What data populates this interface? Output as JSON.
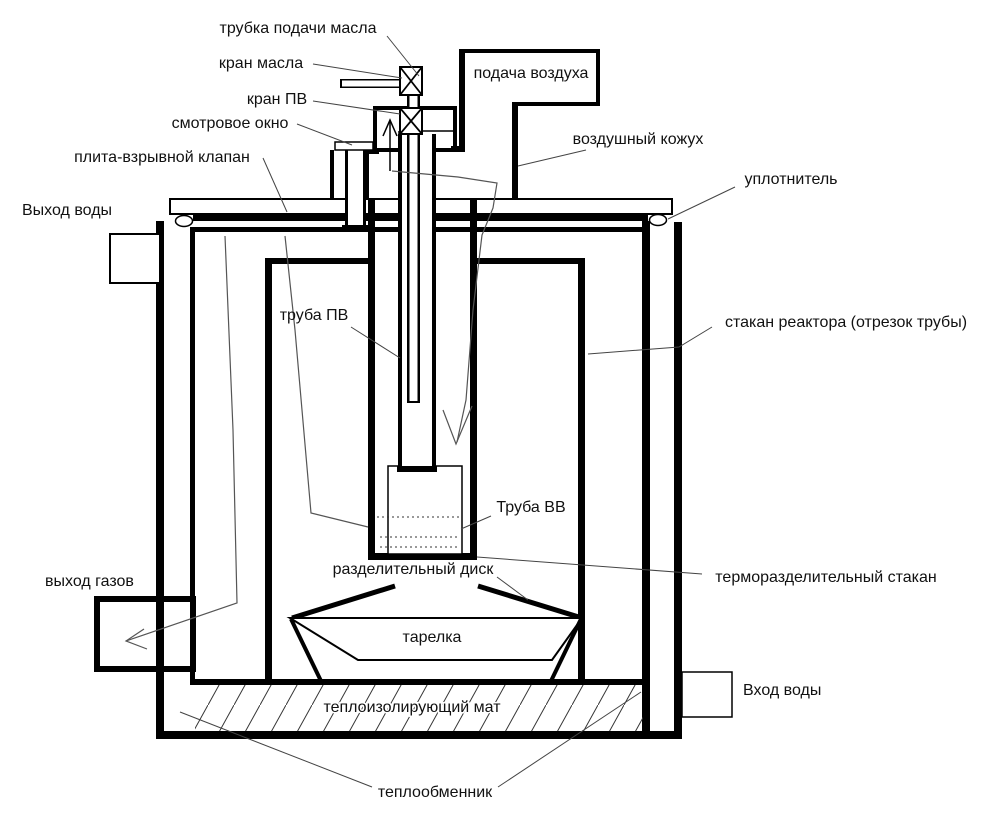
{
  "diagram": {
    "type": "technical-schematic",
    "language": "ru",
    "labels": {
      "oil_supply_tube": "трубка подачи масла",
      "oil_valve": "кран масла",
      "pv_valve": "кран ПВ",
      "sight_window": "смотровое окно",
      "plate_explosion_valve": "плита-взрывной клапан",
      "water_outlet": "Выход воды",
      "air_supply": "подача воздуха",
      "air_casing": "воздушный кожух",
      "seal": "уплотнитель",
      "pv_pipe": "труба ПВ",
      "reactor_cup": "стакан реактора (отрезок трубы)",
      "vv_pipe": "Труба ВВ",
      "thermal_separation_cup": "терморазделительный стакан",
      "separation_disk": "разделительный диск",
      "dish_plate": "тарелка",
      "gas_outlet": "выход газов",
      "heat_insulating_mat": "теплоизолирующий мат",
      "water_inlet": "Вход воды",
      "heat_exchanger": "теплообменник"
    },
    "colors": {
      "line": "#000000",
      "leader": "#444444",
      "flow_line": "#555555",
      "background": "#ffffff"
    }
  }
}
